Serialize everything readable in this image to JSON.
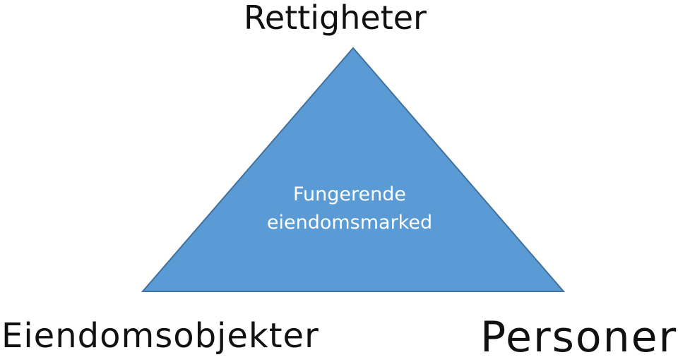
{
  "diagram": {
    "top_label": "Rettigheter",
    "bottom_left_label": "Eiendomsobjekter",
    "bottom_right_label": "Personer",
    "center_lines": [
      "Fungerende",
      "eiendomsmarked"
    ],
    "triangle_fill": "#5B9BD5",
    "triangle_stroke": "#41719C",
    "text_color": "#111111",
    "center_text_color": "#ffffff"
  }
}
